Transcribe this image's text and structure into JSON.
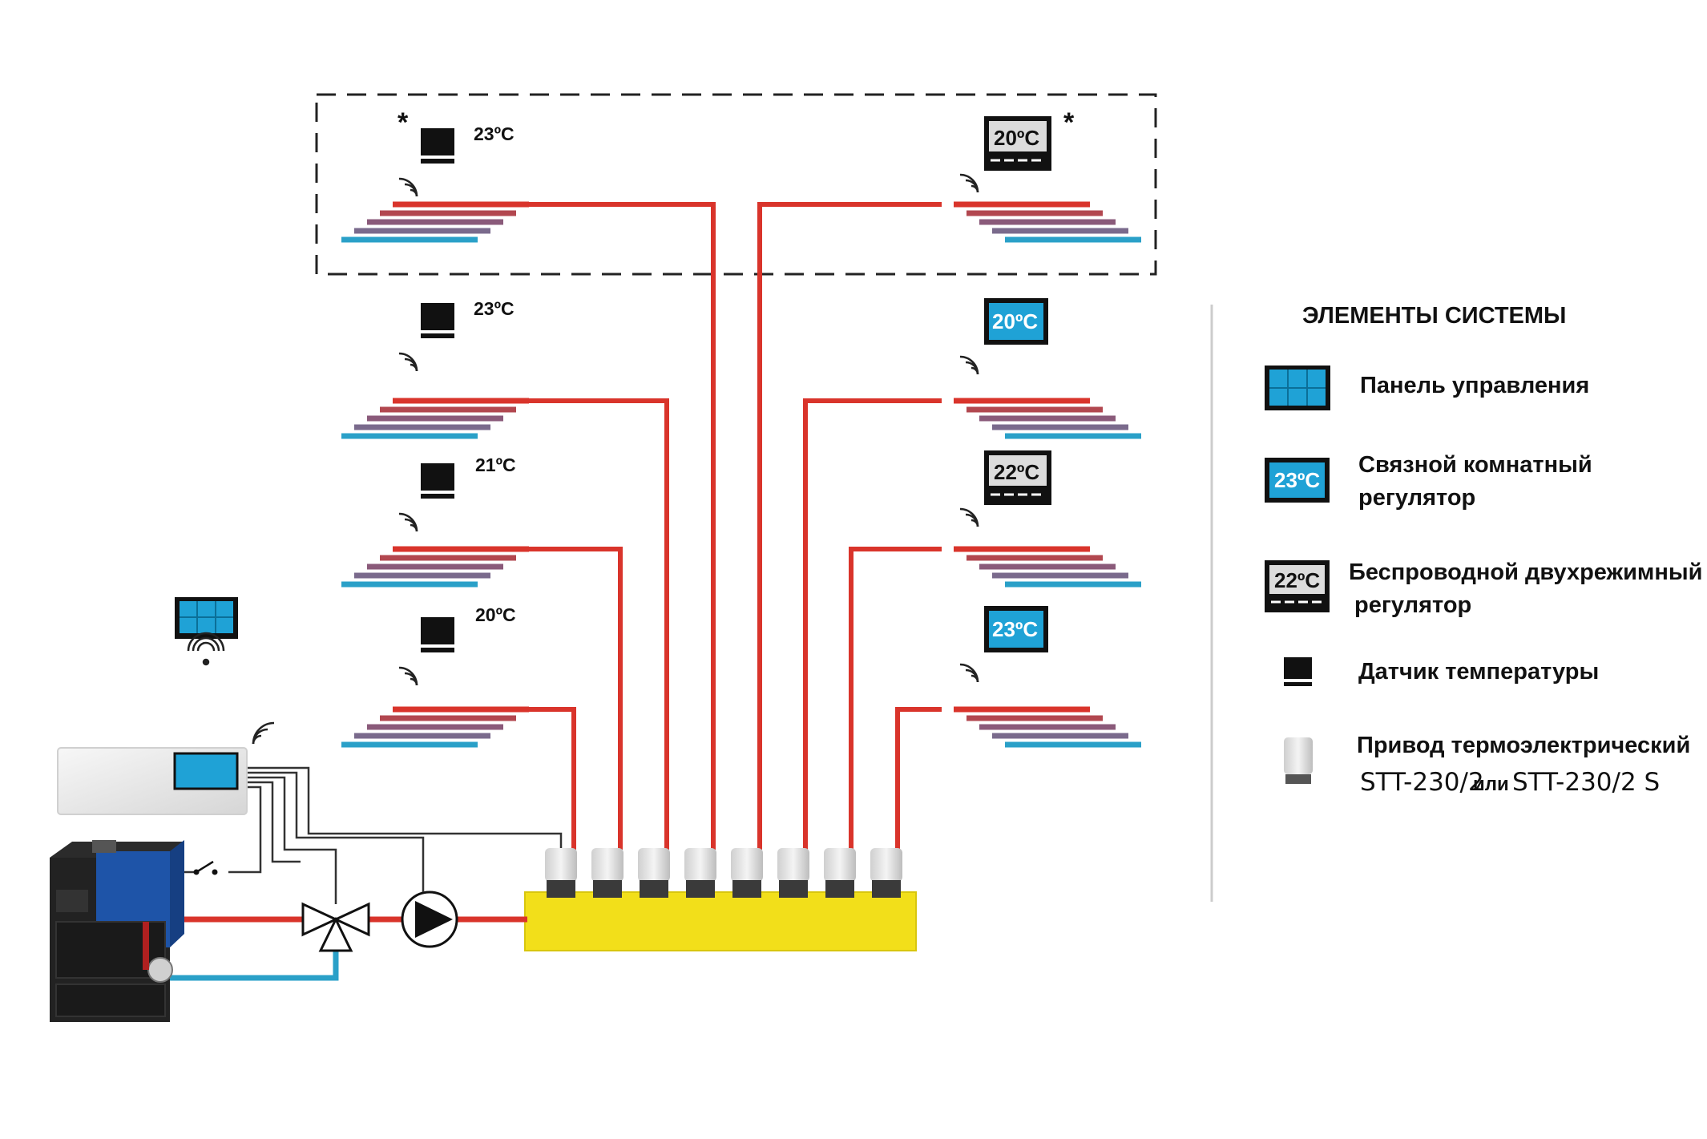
{
  "zones": {
    "left": [
      {
        "temp": "23ºC",
        "mark": "*"
      },
      {
        "temp": "23ºC"
      },
      {
        "temp": "21ºC"
      },
      {
        "temp": "20ºC"
      }
    ],
    "right": [
      {
        "display": "20ºC",
        "mark": "*"
      },
      {
        "display": "20ºC"
      },
      {
        "display": "22ºC"
      },
      {
        "display": "23ºC"
      }
    ]
  },
  "legend": {
    "title": "ЭЛЕМЕНТЫ СИСТЕМЫ",
    "items": [
      {
        "icon": "control-panel-icon",
        "lines": [
          "Панель управления"
        ]
      },
      {
        "icon": "room-regulator-icon",
        "display": "23ºC",
        "lines": [
          "Связной комнатный",
          "регулятор"
        ]
      },
      {
        "icon": "wireless-regulator-icon",
        "display": "22ºC",
        "lines": [
          "Беспроводной двухрежимный",
          "регулятор"
        ]
      },
      {
        "icon": "temperature-sensor-icon",
        "lines": [
          "Датчик температуры"
        ]
      },
      {
        "icon": "actuator-icon",
        "lines": [
          "Привод термоэлектрический"
        ],
        "model_a": "STT-230/2",
        "or": "или",
        "model_b": "STT-230/2 S"
      }
    ]
  },
  "colors": {
    "hot": "#d9342b",
    "mid": "#7a6a8c",
    "cold": "#2aa0c8",
    "manifold": "#f2df1a",
    "display_blue": "#1fa2d6",
    "frame": "#111111"
  }
}
